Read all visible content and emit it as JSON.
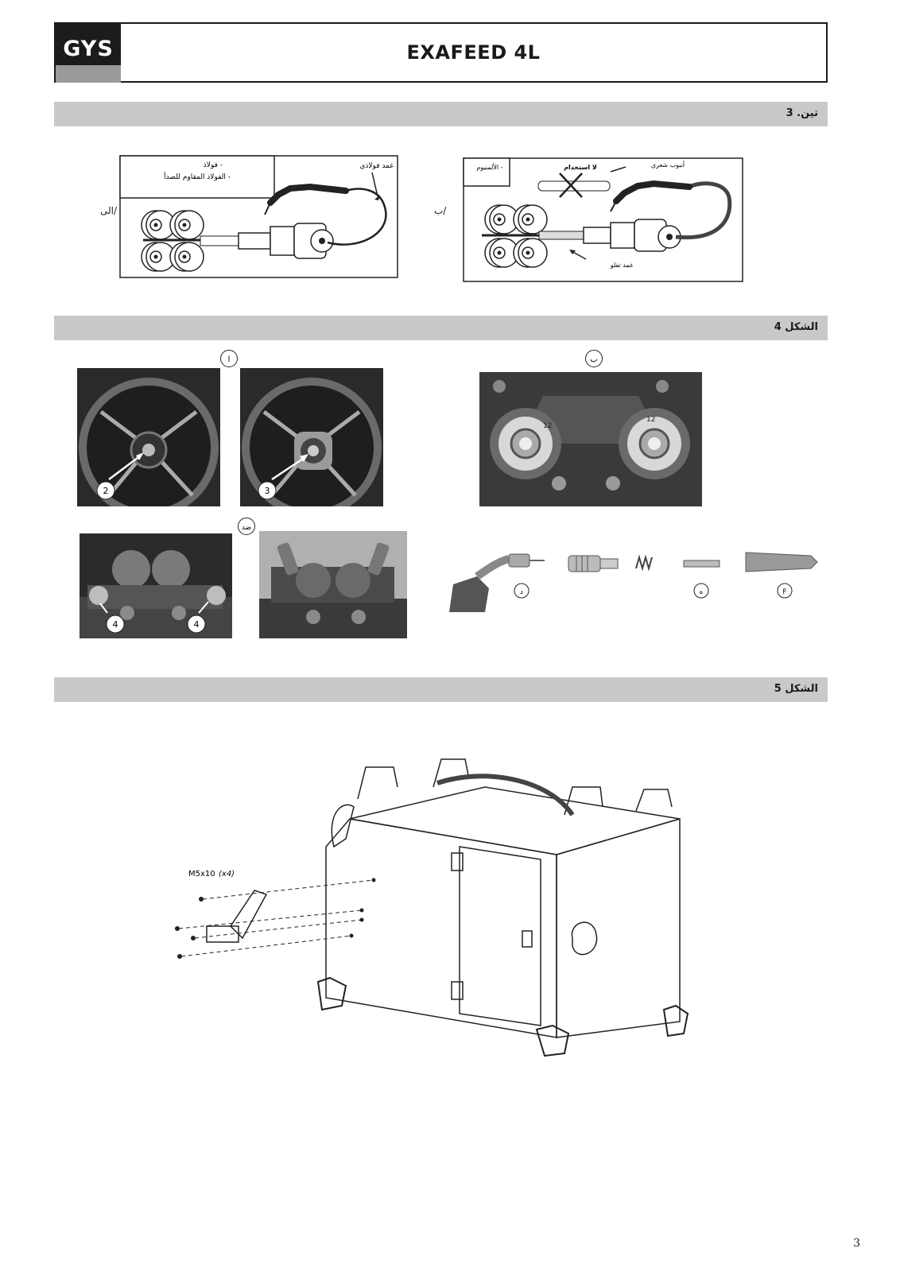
{
  "header": {
    "logo_text": "GYS",
    "title": "EXAFEED 4L"
  },
  "sections": [
    {
      "label": "تين. 3"
    },
    {
      "label": "الشكل 4"
    },
    {
      "label": "الشكل 5"
    }
  ],
  "fig3": {
    "left_panel": {
      "side_label": "/الى",
      "box_line1": "فولاذ -",
      "box_line2": "الفولاذ المقاوم للصدأ -",
      "arrow_label": "غمد فولاذي"
    },
    "right_panel": {
      "side_label": "/ب",
      "box_line1": "الألمنيوم -",
      "no_use_label": "لا استخدام",
      "capillary_label": "أنبوب شعري",
      "sheath_label": "غمد تفلو"
    }
  },
  "fig4": {
    "a_label": "ا",
    "b_label": "ب",
    "c_label": "ضد",
    "callouts": {
      "two": "2",
      "three": "3",
      "four_left": "4",
      "four_right": "4"
    },
    "roller_marks": {
      "left": "12",
      "right": "12"
    },
    "parts": {
      "d": "د",
      "e": "ه",
      "f": "F"
    }
  },
  "fig5": {
    "screw_label": "M5x10",
    "screw_qty": "(x4)"
  },
  "page_number": "3"
}
